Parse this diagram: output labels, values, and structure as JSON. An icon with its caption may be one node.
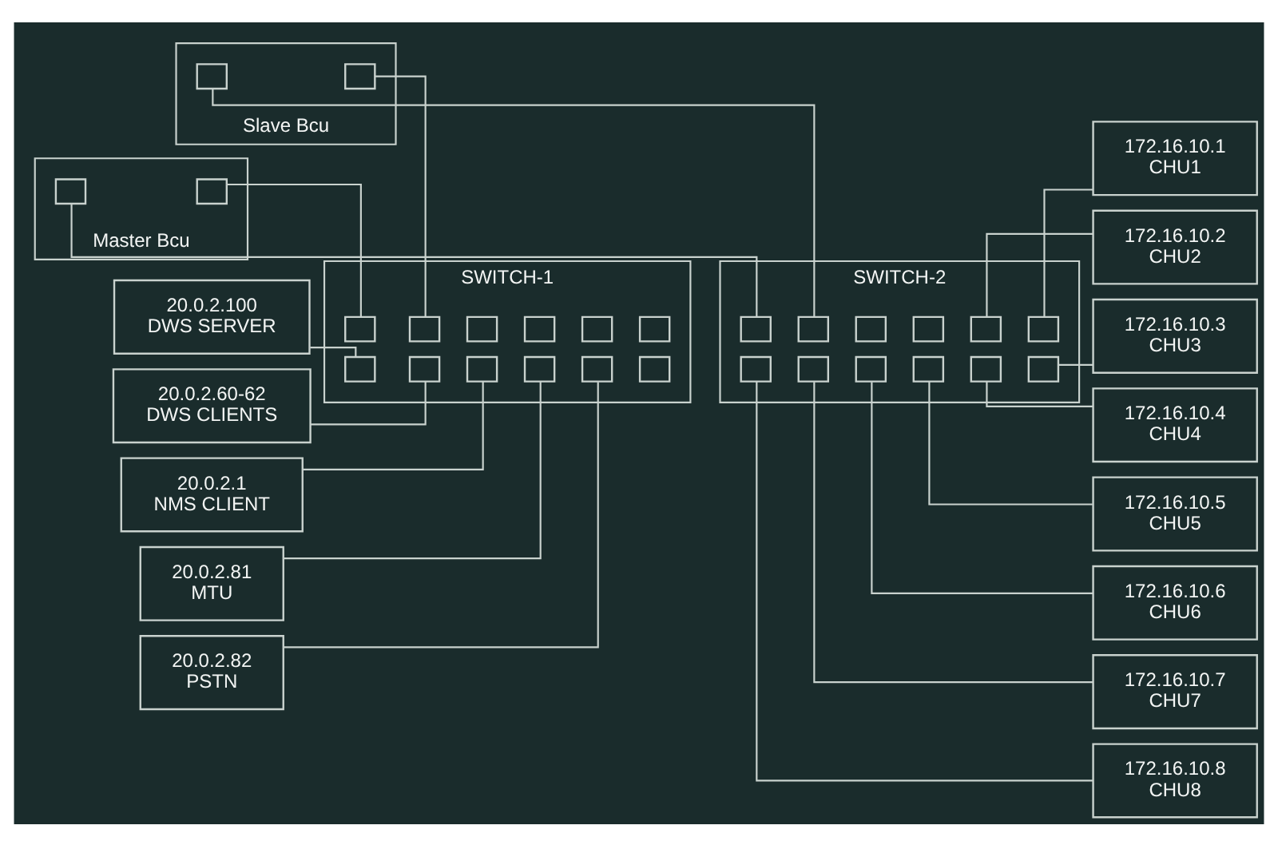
{
  "diagram": {
    "nodes": [
      {
        "text": [
          "Master Bcu"
        ]
      },
      {
        "text": [],
        "shape": "box",
        "in": 0
      },
      {
        "text": [],
        "shape": "box",
        "in": 0
      },
      {
        "text": [
          "Slave Bcu"
        ]
      },
      {
        "text": [],
        "shape": "box",
        "in": 3
      },
      {
        "text": [],
        "shape": "box",
        "in": 3
      },
      {
        "text": [
          "20.0.2.100",
          "DWS SERVER"
        ]
      },
      {
        "text": [
          "20.0.2.60-62",
          "DWS CLIENTS"
        ]
      },
      {
        "text": [
          "20.0.2.1",
          "NMS CLIENT"
        ]
      },
      {
        "text": [
          "20.0.2.81",
          "MTU"
        ]
      },
      {
        "text": [
          "20.0.2.82",
          "PSTN"
        ]
      },
      {
        "text": [
          "SWITCH-1"
        ]
      },
      {
        "text": [],
        "shape": "box",
        "in": 11
      },
      {
        "text": [],
        "shape": "box",
        "in": 11
      },
      {
        "text": [],
        "shape": "box",
        "in": 11
      },
      {
        "text": [],
        "shape": "box",
        "in": 11
      },
      {
        "text": [],
        "shape": "box",
        "in": 11
      },
      {
        "text": [],
        "shape": "box",
        "in": 11
      },
      {
        "text": [],
        "shape": "box",
        "in": 11
      },
      {
        "text": [],
        "shape": "box",
        "in": 11
      },
      {
        "text": [],
        "shape": "box",
        "in": 11
      },
      {
        "text": [],
        "shape": "box",
        "in": 11
      },
      {
        "text": [],
        "shape": "box",
        "in": 11
      },
      {
        "text": [],
        "shape": "box",
        "in": 11
      },
      {
        "text": [
          "SWITCH-2"
        ]
      },
      {
        "text": [],
        "shape": "box",
        "in": 24
      },
      {
        "text": [],
        "shape": "box",
        "in": 24
      },
      {
        "text": [],
        "shape": "box",
        "in": 24
      },
      {
        "text": [],
        "shape": "box",
        "in": 24
      },
      {
        "text": [],
        "shape": "box",
        "in": 24
      },
      {
        "text": [],
        "shape": "box",
        "in": 24
      },
      {
        "text": [],
        "shape": "box",
        "in": 24
      },
      {
        "text": [],
        "shape": "box",
        "in": 24
      },
      {
        "text": [],
        "shape": "box",
        "in": 24
      },
      {
        "text": [],
        "shape": "box",
        "in": 24
      },
      {
        "text": [],
        "shape": "box",
        "in": 24
      },
      {
        "text": [],
        "shape": "box",
        "in": 24
      },
      {
        "text": [
          "172.16.10.1",
          "CHU1"
        ]
      },
      {
        "text": [
          "172.16.10.2",
          "CHU2"
        ]
      },
      {
        "text": [
          "172.16.10.3",
          "CHU3"
        ]
      },
      {
        "text": [
          "172.16.10.4",
          "CHU4"
        ]
      },
      {
        "text": [
          "172.16.10.5",
          "CHU5"
        ]
      },
      {
        "text": [
          "172.16.10.6",
          "CHU6"
        ]
      },
      {
        "text": [
          "172.16.10.7",
          "CHU7"
        ]
      },
      {
        "text": [
          "172.16.10.8",
          "CHU8"
        ]
      }
    ],
    "edges": [
      {
        "from": 1,
        "to": 25,
        "arrow": "none"
      },
      {
        "from": 2,
        "to": 12,
        "arrow": "none"
      },
      {
        "from": 4,
        "to": 26,
        "arrow": "none"
      },
      {
        "from": 5,
        "to": 13,
        "arrow": "none"
      },
      {
        "from": 6,
        "to": 18,
        "arrow": "none"
      },
      {
        "from": 7,
        "to": 19,
        "arrow": "none"
      },
      {
        "from": 8,
        "to": 20,
        "arrow": "none"
      },
      {
        "from": 9,
        "to": 21,
        "arrow": "none"
      },
      {
        "from": 10,
        "to": 22,
        "arrow": "none"
      },
      {
        "from": 30,
        "to": 37,
        "arrow": "none"
      },
      {
        "from": 29,
        "to": 38,
        "arrow": "none"
      },
      {
        "from": 36,
        "to": 39,
        "arrow": "none"
      },
      {
        "from": 35,
        "to": 40,
        "arrow": "none"
      },
      {
        "from": 34,
        "to": 41,
        "arrow": "none"
      },
      {
        "from": 33,
        "to": 42,
        "arrow": "none"
      },
      {
        "from": 32,
        "to": 43,
        "arrow": "none"
      },
      {
        "from": 31,
        "to": 44,
        "arrow": "none"
      }
    ]
  }
}
